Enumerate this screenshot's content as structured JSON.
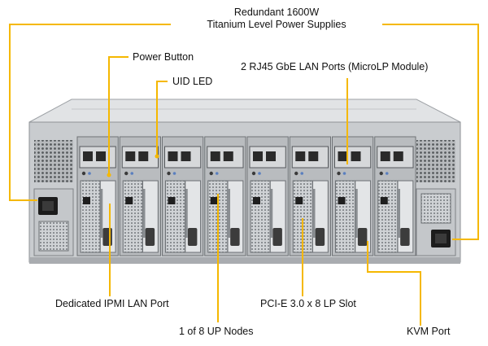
{
  "labels": {
    "power_supplies_line1": "Redundant 1600W",
    "power_supplies_line2": "Titanium Level Power Supplies",
    "power_button": "Power Button",
    "uid_led": "UID LED",
    "lan_ports": "2 RJ45 GbE LAN Ports (MicroLP Module)",
    "ipmi_port": "Dedicated IPMI LAN Port",
    "pcie_slot": "PCI-E 3.0 x 8 LP Slot",
    "nodes": "1 of 8 UP Nodes",
    "kvm_port": "KVM Port"
  },
  "colors": {
    "callout": "#f5b800",
    "chassis_top": "#d9dcdf",
    "chassis_back": "#c9cccf",
    "node_face": "#b9bcbf",
    "dark": "#1c1c1c"
  },
  "node_count": 8
}
